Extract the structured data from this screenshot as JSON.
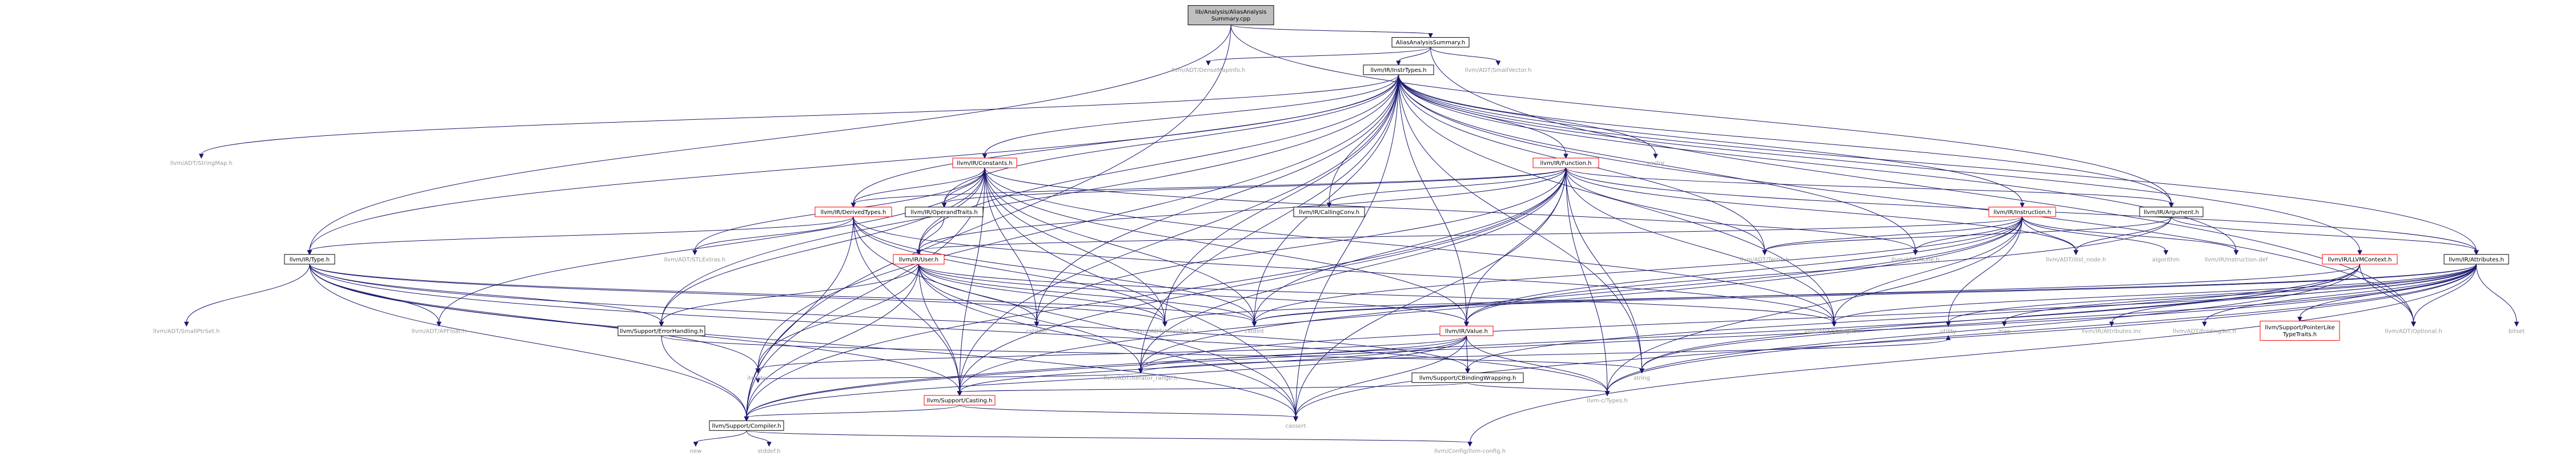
{
  "nodes": [
    {
      "id": "root",
      "label": [
        "lib/Analysis/AliasAnalysis",
        "Summary.cpp"
      ],
      "style": "root"
    },
    {
      "id": "aas",
      "label": [
        "AliasAnalysisSummary.h"
      ],
      "style": "box"
    },
    {
      "id": "instrtypes",
      "label": [
        "llvm/IR/InstrTypes.h"
      ],
      "style": "box"
    },
    {
      "id": "densemapinfo",
      "label": [
        "llvm/ADT/DenseMapInfo.h"
      ],
      "style": "plain"
    },
    {
      "id": "smallvector",
      "label": [
        "llvm/ADT/SmallVector.h"
      ],
      "style": "plain"
    },
    {
      "id": "stringmap",
      "label": [
        "llvm/ADT/StringMap.h"
      ],
      "style": "plain"
    },
    {
      "id": "constants",
      "label": [
        "llvm/IR/Constants.h"
      ],
      "style": "red"
    },
    {
      "id": "function",
      "label": [
        "llvm/IR/Function.h"
      ],
      "style": "red"
    },
    {
      "id": "vector",
      "label": [
        "vector"
      ],
      "style": "plain"
    },
    {
      "id": "instruction",
      "label": [
        "llvm/IR/Instruction.h"
      ],
      "style": "red"
    },
    {
      "id": "argument",
      "label": [
        "llvm/IR/Argument.h"
      ],
      "style": "box"
    },
    {
      "id": "llvmcontext",
      "label": [
        "llvm/IR/LLVMContext.h"
      ],
      "style": "red"
    },
    {
      "id": "attributes",
      "label": [
        "llvm/IR/Attributes.h"
      ],
      "style": "box"
    },
    {
      "id": "derivedtypes",
      "label": [
        "llvm/IR/DerivedTypes.h"
      ],
      "style": "red"
    },
    {
      "id": "operandtraits",
      "label": [
        "llvm/IR/OperandTraits.h"
      ],
      "style": "box"
    },
    {
      "id": "callingconv",
      "label": [
        "llvm/IR/CallingConv.h"
      ],
      "style": "box"
    },
    {
      "id": "type",
      "label": [
        "llvm/IR/Type.h"
      ],
      "style": "box"
    },
    {
      "id": "stlextras",
      "label": [
        "llvm/ADT/STLExtras.h"
      ],
      "style": "plain"
    },
    {
      "id": "user",
      "label": [
        "llvm/IR/User.h"
      ],
      "style": "red"
    },
    {
      "id": "twine",
      "label": [
        "llvm/ADT/Twine.h"
      ],
      "style": "plain"
    },
    {
      "id": "none",
      "label": [
        "llvm/ADT/None.h"
      ],
      "style": "plain"
    },
    {
      "id": "ilistnode",
      "label": [
        "llvm/ADT/ilist_node.h"
      ],
      "style": "plain"
    },
    {
      "id": "instructiondef",
      "label": [
        "llvm/IR/Instruction.def"
      ],
      "style": "plain"
    },
    {
      "id": "algorithm",
      "label": [
        "algorithm"
      ],
      "style": "plain"
    },
    {
      "id": "smallptrset",
      "label": [
        "llvm/ADT/SmallPtrSet.h"
      ],
      "style": "plain"
    },
    {
      "id": "apfloat",
      "label": [
        "llvm/ADT/APFloat.h"
      ],
      "style": "plain"
    },
    {
      "id": "errorhandling",
      "label": [
        "llvm/Support/ErrorHandling.h"
      ],
      "style": "box"
    },
    {
      "id": "cstddef",
      "label": [
        "cstddef"
      ],
      "style": "plain"
    },
    {
      "id": "arrayref",
      "label": [
        "llvm/ADT/ArrayRef.h"
      ],
      "style": "plain"
    },
    {
      "id": "cstdint",
      "label": [
        "cstdint"
      ],
      "style": "plain"
    },
    {
      "id": "value",
      "label": [
        "llvm/IR/Value.h"
      ],
      "style": "red"
    },
    {
      "id": "stringref",
      "label": [
        "llvm/ADT/StringRef.h"
      ],
      "style": "plain"
    },
    {
      "id": "utility",
      "label": [
        "utility"
      ],
      "style": "plain"
    },
    {
      "id": "map",
      "label": [
        "map"
      ],
      "style": "plain"
    },
    {
      "id": "attributesinc",
      "label": [
        "llvm/IR/Attributes.inc"
      ],
      "style": "plain"
    },
    {
      "id": "foldingset",
      "label": [
        "llvm/ADT/FoldingSet.h"
      ],
      "style": "plain"
    },
    {
      "id": "pointerliketypetraits",
      "label": [
        "llvm/Support/PointerLike",
        "TypeTraits.h"
      ],
      "style": "red"
    },
    {
      "id": "optional",
      "label": [
        "llvm/ADT/Optional.h"
      ],
      "style": "plain"
    },
    {
      "id": "bitset",
      "label": [
        "bitset"
      ],
      "style": "plain"
    },
    {
      "id": "iterator",
      "label": [
        "iterator"
      ],
      "style": "plain"
    },
    {
      "id": "iteratorrange",
      "label": [
        "llvm/ADT/iterator_range.h"
      ],
      "style": "plain"
    },
    {
      "id": "cbindingwrapping",
      "label": [
        "llvm/Support/CBindingWrapping.h"
      ],
      "style": "box"
    },
    {
      "id": "string",
      "label": [
        "string"
      ],
      "style": "plain"
    },
    {
      "id": "casting",
      "label": [
        "llvm/Support/Casting.h"
      ],
      "style": "red"
    },
    {
      "id": "llvmctypes",
      "label": [
        "llvm-c/Types.h"
      ],
      "style": "plain"
    },
    {
      "id": "compiler",
      "label": [
        "llvm/Support/Compiler.h"
      ],
      "style": "box"
    },
    {
      "id": "cassert",
      "label": [
        "cassert"
      ],
      "style": "plain"
    },
    {
      "id": "new",
      "label": [
        "new"
      ],
      "style": "plain"
    },
    {
      "id": "stddefh",
      "label": [
        "stddef.h"
      ],
      "style": "plain"
    },
    {
      "id": "llvmconfig",
      "label": [
        "llvm/Config/llvm-config.h"
      ],
      "style": "plain"
    }
  ],
  "edges": [
    [
      "root",
      "aas"
    ],
    [
      "root",
      "type"
    ],
    [
      "root",
      "argument"
    ],
    [
      "root",
      "compiler"
    ],
    [
      "aas",
      "instrtypes"
    ],
    [
      "aas",
      "densemapinfo"
    ],
    [
      "aas",
      "smallvector"
    ],
    [
      "aas",
      "optional"
    ],
    [
      "instrtypes",
      "stringmap"
    ],
    [
      "instrtypes",
      "constants"
    ],
    [
      "instrtypes",
      "function"
    ],
    [
      "instrtypes",
      "vector"
    ],
    [
      "instrtypes",
      "instruction"
    ],
    [
      "instrtypes",
      "argument"
    ],
    [
      "instrtypes",
      "llvmcontext"
    ],
    [
      "instrtypes",
      "attributes"
    ],
    [
      "instrtypes",
      "derivedtypes"
    ],
    [
      "instrtypes",
      "operandtraits"
    ],
    [
      "instrtypes",
      "callingconv"
    ],
    [
      "instrtypes",
      "type"
    ],
    [
      "instrtypes",
      "user"
    ],
    [
      "instrtypes",
      "twine"
    ],
    [
      "instrtypes",
      "none"
    ],
    [
      "instrtypes",
      "instructiondef"
    ],
    [
      "instrtypes",
      "errorhandling"
    ],
    [
      "instrtypes",
      "cstddef"
    ],
    [
      "instrtypes",
      "arrayref"
    ],
    [
      "instrtypes",
      "cstdint"
    ],
    [
      "instrtypes",
      "value"
    ],
    [
      "instrtypes",
      "stringref"
    ],
    [
      "instrtypes",
      "optional"
    ],
    [
      "instrtypes",
      "iterator"
    ],
    [
      "instrtypes",
      "iteratorrange"
    ],
    [
      "instrtypes",
      "string"
    ],
    [
      "instrtypes",
      "casting"
    ],
    [
      "instrtypes",
      "cassert"
    ],
    [
      "constants",
      "derivedtypes"
    ],
    [
      "constants",
      "operandtraits"
    ],
    [
      "constants",
      "stlextras"
    ],
    [
      "constants",
      "user"
    ],
    [
      "constants",
      "apfloat"
    ],
    [
      "constants",
      "errorhandling"
    ],
    [
      "constants",
      "cstddef"
    ],
    [
      "constants",
      "arrayref"
    ],
    [
      "constants",
      "cstdint"
    ],
    [
      "constants",
      "value"
    ],
    [
      "constants",
      "stringref"
    ],
    [
      "constants",
      "none"
    ],
    [
      "constants",
      "compiler"
    ],
    [
      "constants",
      "cassert"
    ],
    [
      "constants",
      "casting"
    ],
    [
      "function",
      "callingconv"
    ],
    [
      "function",
      "operandtraits"
    ],
    [
      "function",
      "derivedtypes"
    ],
    [
      "function",
      "argument"
    ],
    [
      "function",
      "attributes"
    ],
    [
      "function",
      "twine"
    ],
    [
      "function",
      "user"
    ],
    [
      "function",
      "value"
    ],
    [
      "function",
      "stringref"
    ],
    [
      "function",
      "cstddef"
    ],
    [
      "function",
      "cstdint"
    ],
    [
      "function",
      "cassert"
    ],
    [
      "function",
      "compiler"
    ],
    [
      "function",
      "casting"
    ],
    [
      "function",
      "iteratorrange"
    ],
    [
      "function",
      "string"
    ],
    [
      "function",
      "llvmctypes"
    ],
    [
      "function",
      "ilistnode"
    ],
    [
      "instruction",
      "ilistnode"
    ],
    [
      "instruction",
      "instructiondef"
    ],
    [
      "instruction",
      "twine"
    ],
    [
      "instruction",
      "none"
    ],
    [
      "instruction",
      "user"
    ],
    [
      "instruction",
      "value"
    ],
    [
      "instruction",
      "stringref"
    ],
    [
      "instruction",
      "cstdint"
    ],
    [
      "instruction",
      "utility"
    ],
    [
      "instruction",
      "algorithm"
    ],
    [
      "instruction",
      "casting"
    ],
    [
      "instruction",
      "iteratorrange"
    ],
    [
      "instruction",
      "llvmctypes"
    ],
    [
      "argument",
      "twine"
    ],
    [
      "argument",
      "ilistnode"
    ],
    [
      "argument",
      "value"
    ],
    [
      "argument",
      "attributes"
    ],
    [
      "llvmcontext",
      "cstdint"
    ],
    [
      "llvmcontext",
      "cbindingwrapping"
    ],
    [
      "llvmcontext",
      "llvmctypes"
    ],
    [
      "llvmcontext",
      "compiler"
    ],
    [
      "llvmcontext",
      "string"
    ],
    [
      "llvmcontext",
      "optional"
    ],
    [
      "attributes",
      "map"
    ],
    [
      "attributes",
      "attributesinc"
    ],
    [
      "attributes",
      "foldingset"
    ],
    [
      "attributes",
      "pointerliketypetraits"
    ],
    [
      "attributes",
      "optional"
    ],
    [
      "attributes",
      "bitset"
    ],
    [
      "attributes",
      "utility"
    ],
    [
      "attributes",
      "string"
    ],
    [
      "attributes",
      "iteratorrange"
    ],
    [
      "attributes",
      "cassert"
    ],
    [
      "attributes",
      "llvmconfig"
    ],
    [
      "attributes",
      "llvmctypes"
    ],
    [
      "attributes",
      "cstdint"
    ],
    [
      "attributes",
      "stringref"
    ],
    [
      "attributes",
      "arrayref"
    ],
    [
      "attributes",
      "compiler"
    ],
    [
      "derivedtypes",
      "type"
    ],
    [
      "derivedtypes",
      "stlextras"
    ],
    [
      "derivedtypes",
      "arrayref"
    ],
    [
      "derivedtypes",
      "cstdint"
    ],
    [
      "derivedtypes",
      "stringref"
    ],
    [
      "derivedtypes",
      "casting"
    ],
    [
      "derivedtypes",
      "compiler"
    ],
    [
      "derivedtypes",
      "cassert"
    ],
    [
      "operandtraits",
      "user"
    ],
    [
      "type",
      "smallptrset"
    ],
    [
      "type",
      "apfloat"
    ],
    [
      "type",
      "errorhandling"
    ],
    [
      "type",
      "arrayref"
    ],
    [
      "type",
      "cstdint"
    ],
    [
      "type",
      "casting"
    ],
    [
      "type",
      "compiler"
    ],
    [
      "type",
      "iterator"
    ],
    [
      "type",
      "cbindingwrapping"
    ],
    [
      "type",
      "cassert"
    ],
    [
      "type",
      "llvmctypes"
    ],
    [
      "user",
      "value"
    ],
    [
      "user",
      "arrayref"
    ],
    [
      "user",
      "cstdint"
    ],
    [
      "user",
      "cstddef"
    ],
    [
      "user",
      "iterator"
    ],
    [
      "user",
      "iteratorrange"
    ],
    [
      "user",
      "errorhandling"
    ],
    [
      "user",
      "casting"
    ],
    [
      "user",
      "compiler"
    ],
    [
      "user",
      "cassert"
    ],
    [
      "user",
      "stringref"
    ],
    [
      "errorhandling",
      "compiler"
    ],
    [
      "errorhandling",
      "string"
    ],
    [
      "value",
      "iteratorrange"
    ],
    [
      "value",
      "cbindingwrapping"
    ],
    [
      "value",
      "casting"
    ],
    [
      "value",
      "compiler"
    ],
    [
      "value",
      "cassert"
    ],
    [
      "value",
      "llvmctypes"
    ],
    [
      "value",
      "iterator"
    ],
    [
      "cbindingwrapping",
      "casting"
    ],
    [
      "cbindingwrapping",
      "llvmctypes"
    ],
    [
      "casting",
      "compiler"
    ],
    [
      "casting",
      "cassert"
    ],
    [
      "iteratorrange",
      "iterator"
    ],
    [
      "iteratorrange",
      "utility"
    ],
    [
      "compiler",
      "new"
    ],
    [
      "compiler",
      "stddefh"
    ],
    [
      "compiler",
      "llvmconfig"
    ]
  ]
}
